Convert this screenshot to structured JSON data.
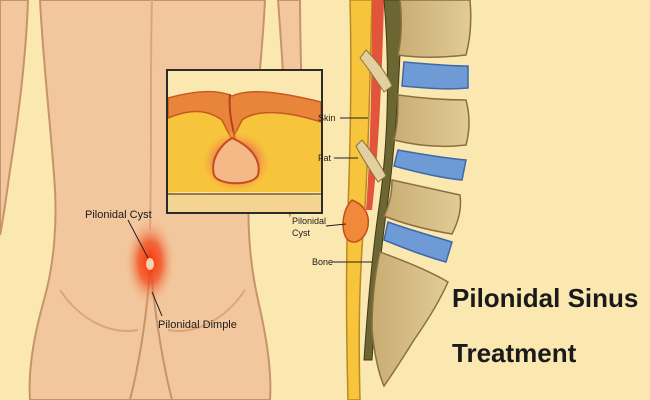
{
  "labels": {
    "body": {
      "cyst": "Pilonidal Cyst",
      "dimple": "Pilonidal Dimple"
    },
    "spine": {
      "skin": "Skin",
      "fat": "Fat",
      "cyst_line1": "Pilonidal",
      "cyst_line2": "Cyst",
      "bone": "Bone"
    }
  },
  "title": {
    "line1": "Pilonidal Sinus",
    "line2": "Treatment"
  },
  "colors": {
    "background": "#fbe7b0",
    "skin_body": "#f3c79d",
    "skin_outline": "#c8936a",
    "inflammation": "#ef3b1e",
    "fat_layer": "#f7c53b",
    "skin_layer": "#e9853b",
    "vertebra": "#d7bd86",
    "disc": "#6e9bd6",
    "spinal_cord": "#6b6632"
  }
}
